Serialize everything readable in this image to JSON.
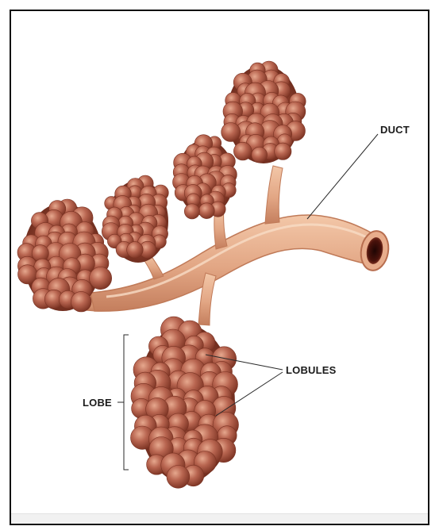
{
  "labels": {
    "duct": "DUCT",
    "lobules": "LOBULES",
    "lobe": "LOBE"
  },
  "colors": {
    "duct": "#e7b08f",
    "duct_shade": "#c98666",
    "cluster_base": "#a9543e",
    "cluster_light": "#d6937a",
    "cluster_dark": "#7b3424",
    "lumen": "#3a0c08",
    "leader_line": "#2a2a2a"
  }
}
